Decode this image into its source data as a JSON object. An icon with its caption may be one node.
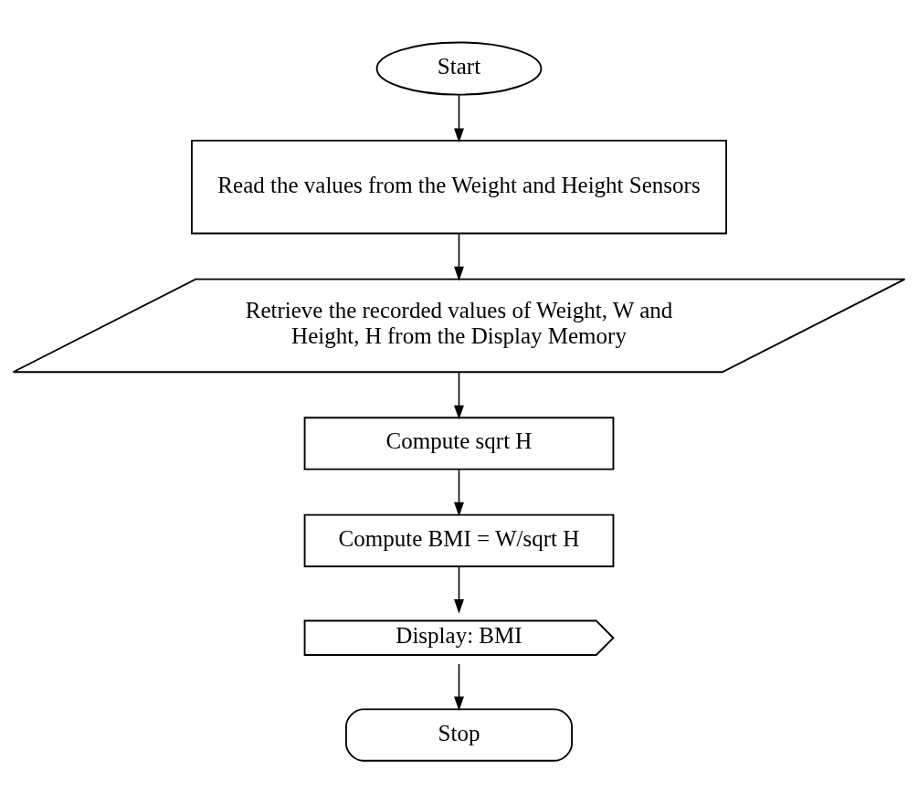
{
  "diagram": {
    "nodes": [
      {
        "text": [
          "Start"
        ]
      },
      {
        "text": [
          "Read the values from the Weight and Height Sensors"
        ]
      },
      {
        "text": [
          "Retrieve the recorded values of Weight, W and Height, H from the Display Memory"
        ]
      },
      {
        "text": [
          "Compute sqrt H"
        ]
      },
      {
        "text": [
          "Compute BMI = W/sqrt H"
        ]
      },
      {
        "text": [
          "Display: BMI"
        ]
      },
      {
        "text": [
          "Stop"
        ]
      }
    ],
    "edges": [
      {
        "from": 0,
        "to": 1,
        "arrow": "to"
      },
      {
        "from": 1,
        "to": 2,
        "arrow": "to"
      },
      {
        "from": 2,
        "to": 3,
        "arrow": "to"
      },
      {
        "from": 3,
        "to": 4,
        "arrow": "to"
      },
      {
        "from": 4,
        "to": 5,
        "arrow": "to"
      },
      {
        "from": 5,
        "to": 6,
        "arrow": "to"
      }
    ]
  }
}
